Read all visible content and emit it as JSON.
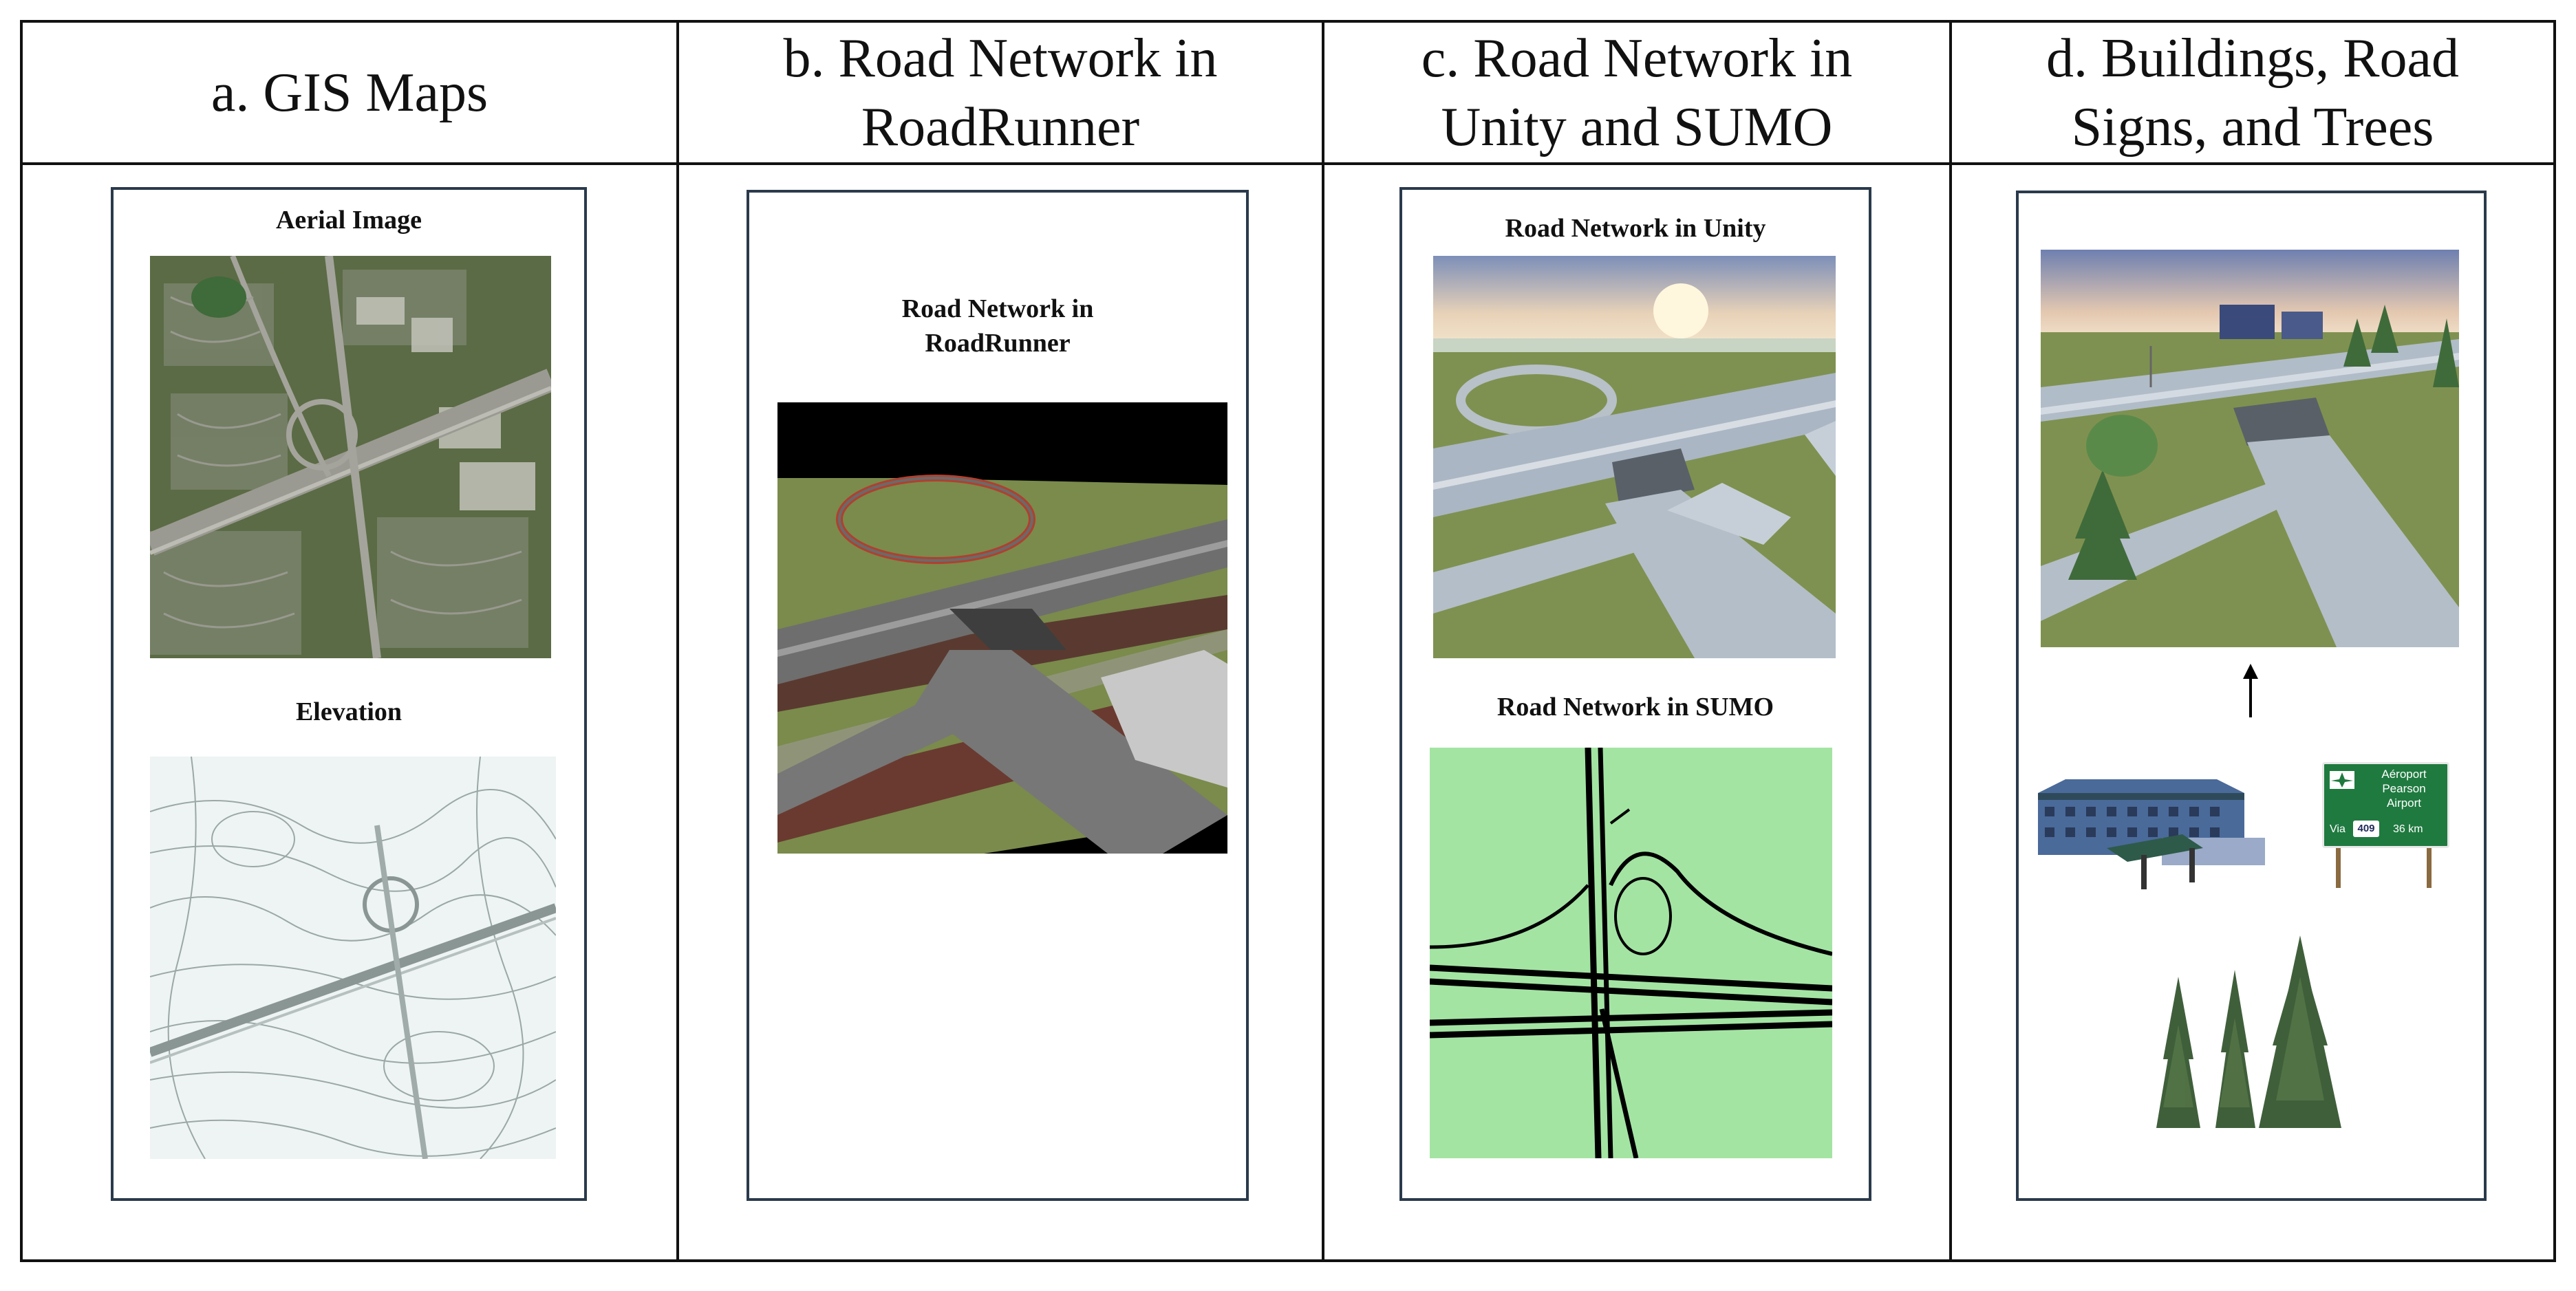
{
  "columns": [
    {
      "header": "a. GIS Maps"
    },
    {
      "header": "b. Road Network in\nRoadRunner"
    },
    {
      "header": "c. Road Network in\nUnity and SUMO"
    },
    {
      "header": "d. Buildings, Road\nSigns, and Trees"
    }
  ],
  "panel_a": {
    "aerial_title": "Aerial Image",
    "elevation_title": "Elevation"
  },
  "panel_b": {
    "title": "Road Network in\nRoadRunner"
  },
  "panel_c": {
    "unity_title": "Road Network in Unity",
    "sumo_title": "Road Network in SUMO"
  },
  "panel_d": {
    "sign_lines": [
      "Aéroport",
      "Pearson",
      "Airport"
    ],
    "sign_via": "Via",
    "sign_route": "409",
    "sign_distance": "36 km"
  },
  "colors": {
    "border": "#111111",
    "frame": "#2a3a4c",
    "sumo_bg": "#a3e4a3",
    "sign_green": "#1f7a3f",
    "grass": "#7c8f4e"
  }
}
